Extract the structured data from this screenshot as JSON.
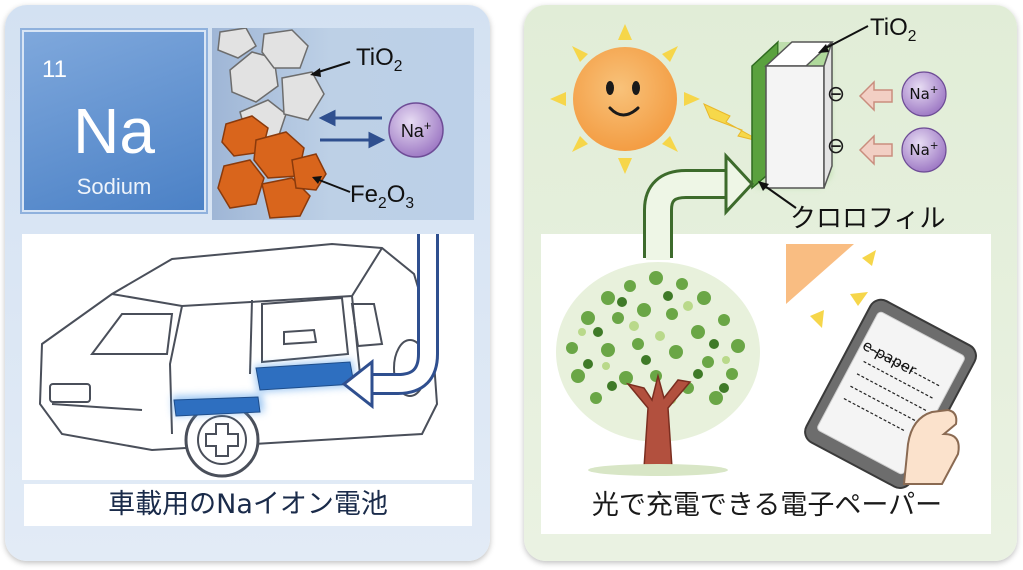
{
  "element_tile": {
    "number": "11",
    "symbol": "Na",
    "name": "Sodium"
  },
  "left_inset": {
    "tio2_label": "TiO2",
    "fe2o3_label": "Fe2O3",
    "ion_label": "Na+"
  },
  "left_caption": "車載用のNaイオン電池",
  "right_cell": {
    "tio2_label": "TiO2",
    "ion_label_1": "Na+",
    "ion_label_2": "Na+",
    "chlorophyll_label": "クロロフィル",
    "minus_symbol": "⊖"
  },
  "epaper_label": "e-paper",
  "right_caption": "光で充電できる電子ペーパー",
  "colors": {
    "left_bg": "#d6e3f3",
    "right_bg": "#e3eedb",
    "tile_blue": "#5b8fd0",
    "fe2o3_orange": "#d9651c",
    "ion_purple": "#a27ec8",
    "chlorophyll_green": "#5aa13e",
    "sun_orange": "#f6a14d"
  }
}
